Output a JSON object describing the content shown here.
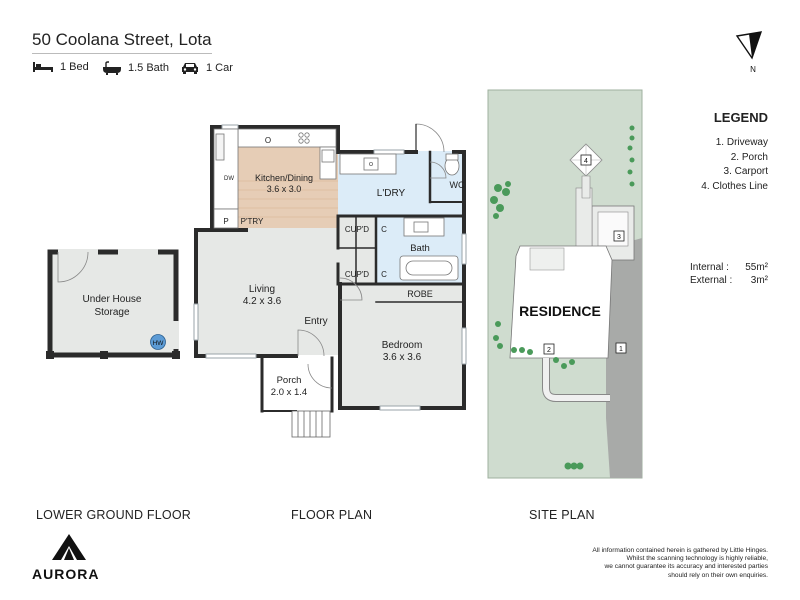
{
  "header": {
    "address": "50 Coolana Street, Lota",
    "features": [
      {
        "icon": "bed-icon",
        "label": "1 Bed"
      },
      {
        "icon": "bath-icon",
        "label": "1.5 Bath"
      },
      {
        "icon": "car-icon",
        "label": "1 Car"
      }
    ]
  },
  "compass": {
    "label": "N"
  },
  "legend": {
    "title": "LEGEND",
    "items": [
      "1. Driveway",
      "2. Porch",
      "3. Carport",
      "4. Clothes Line"
    ]
  },
  "areas": {
    "internal_label": "Internal :",
    "internal_value": "55m²",
    "external_label": "External :",
    "external_value": "3m²"
  },
  "lower_ground": {
    "room_line1": "Under House",
    "room_line2": "Storage",
    "hw": "HW"
  },
  "floor_plan": {
    "kitchen_name": "Kitchen/Dining",
    "kitchen_size": "3.6 x 3.0",
    "oven": "O",
    "dw": "DW",
    "p_label": "P",
    "pantry": "P'TRY",
    "laundry": "L'DRY",
    "wc": "WC",
    "cupd_top": "CUP'D",
    "c_top": "C",
    "bath": "Bath",
    "cupd_bottom": "CUP'D",
    "c_bottom": "C",
    "robe": "ROBE",
    "living_name": "Living",
    "living_size": "4.2 x 3.6",
    "entry": "Entry",
    "bedroom_name": "Bedroom",
    "bedroom_size": "3.6 x 3.6",
    "porch_name": "Porch",
    "porch_size": "2.0 x 1.4"
  },
  "site_plan": {
    "residence": "RESIDENCE",
    "markers": [
      "1",
      "2",
      "3",
      "4"
    ]
  },
  "sections": {
    "lower": "LOWER GROUND FLOOR",
    "floor": "FLOOR PLAN",
    "site": "SITE PLAN"
  },
  "footer": {
    "brand": "AURORA",
    "disclaimer_lines": [
      "All information contained herein is gathered by Little Hinges.",
      "Whilst the scanning technology is highly reliable,",
      "we cannot guarantee its accuracy and interested parties",
      "should rely on their own enquiries."
    ]
  },
  "colors": {
    "kitchen_floor": "#e6cdb6",
    "wet_area": "#dcecf8",
    "room_fill": "#e6e8e6",
    "lawn": "#cfdccf",
    "driveway": "#a8aaa8",
    "wall": "#2b2b2b"
  }
}
